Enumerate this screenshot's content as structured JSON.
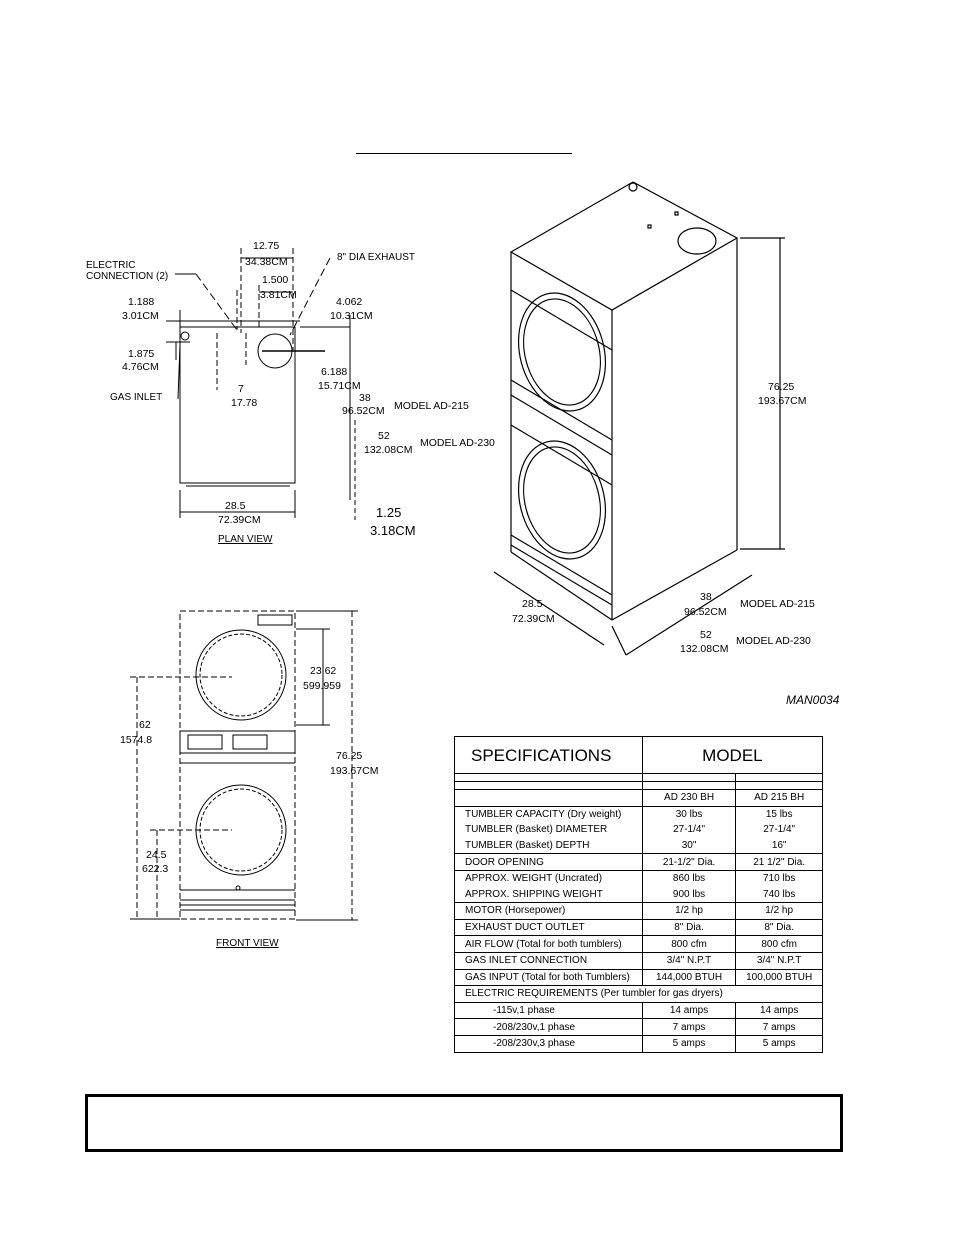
{
  "plan_view": {
    "title": "PLAN VIEW",
    "electric_connection": [
      "ELECTRIC",
      "CONNECTION (2)"
    ],
    "exhaust_label": "8\" DIA EXHAUST",
    "gas_inlet": "GAS INLET",
    "dims": {
      "d1275": "12.75",
      "d1275cm": "34.38CM",
      "d1500": "1.500",
      "d1500cm": "3.81CM",
      "d1188": "1.188",
      "d1188cm": "3.01CM",
      "d4062": "4.062",
      "d4062cm": "10.31CM",
      "d1875": "1.875",
      "d1875cm": "4.76CM",
      "d7": "7",
      "d7cm": "17.78",
      "d6188": "6.188",
      "d6188cm": "15.71CM",
      "d38": "38",
      "d38cm": "96.52CM",
      "model215": "MODEL AD-215",
      "d52": "52",
      "d52cm": "132.08CM",
      "model230": "MODEL AD-230",
      "d285": "28.5",
      "d285cm": "72.39CM",
      "d125": "1.25",
      "d125cm": "3.18CM"
    }
  },
  "front_view": {
    "title": "FRONT VIEW",
    "dims": {
      "d2362": "23.62",
      "d2362cm": "599.959",
      "d62": "62",
      "d62cm": "1574.8",
      "d7625": "76.25",
      "d7625cm": "193.67CM",
      "d245": "24.5",
      "d245cm": "622.3"
    }
  },
  "iso_view": {
    "d7625": "76.25",
    "d7625cm": "193.67CM",
    "d285": "28.5",
    "d285cm": "72.39CM",
    "d38": "38",
    "d38cm": "96.52CM",
    "model215": "MODEL AD-215",
    "d52": "52",
    "d52cm": "132.08CM",
    "model230": "MODEL AD-230"
  },
  "drawing_id": "MAN0034",
  "specs": {
    "col_spec": "SPECIFICATIONS",
    "col_model": "MODEL",
    "model_a": "AD 230 BH",
    "model_b": "AD 215 BH",
    "rows": [
      {
        "label": "TUMBLER CAPACITY (Dry weight)",
        "a": "30 lbs",
        "b": "15 lbs"
      },
      {
        "label": "TUMBLER (Basket) DIAMETER",
        "a": "27-1/4\"",
        "b": "27-1/4\""
      },
      {
        "label": "TUMBLER (Basket) DEPTH",
        "a": "30\"",
        "b": "16\""
      },
      {
        "label": "DOOR OPENING",
        "a": "21-1/2\" Dia.",
        "b": "21 1/2\" Dia."
      },
      {
        "label": "APPROX. WEIGHT (Uncrated)",
        "a": "860 lbs",
        "b": "710 lbs"
      },
      {
        "label": "APPROX. SHIPPING WEIGHT",
        "a": "900 lbs",
        "b": "740 lbs"
      },
      {
        "label": "MOTOR (Horsepower)",
        "a": "1/2 hp",
        "b": "1/2 hp"
      },
      {
        "label": "EXHAUST DUCT OUTLET",
        "a": "8\" Dia.",
        "b": "8\" Dia."
      },
      {
        "label": "AIR FLOW (Total for both tumblers)",
        "a": "800 cfm",
        "b": "800 cfm"
      },
      {
        "label": "GAS INLET CONNECTION",
        "a": "3/4\" N.P.T",
        "b": "3/4\" N.P.T"
      },
      {
        "label": "GAS INPUT (Total for both Tumblers)",
        "a": "144,000 BTUH",
        "b": "100,000 BTUH"
      }
    ],
    "electric_header": "ELECTRIC REQUIREMENTS (Per tumbler for gas dryers)",
    "electric_rows": [
      {
        "label": "-115v,1 phase",
        "a": "14 amps",
        "b": "14 amps"
      },
      {
        "label": "-208/230v,1 phase",
        "a": "7 amps",
        "b": "7 amps"
      },
      {
        "label": "-208/230v,3 phase",
        "a": "5 amps",
        "b": "5 amps"
      }
    ]
  }
}
